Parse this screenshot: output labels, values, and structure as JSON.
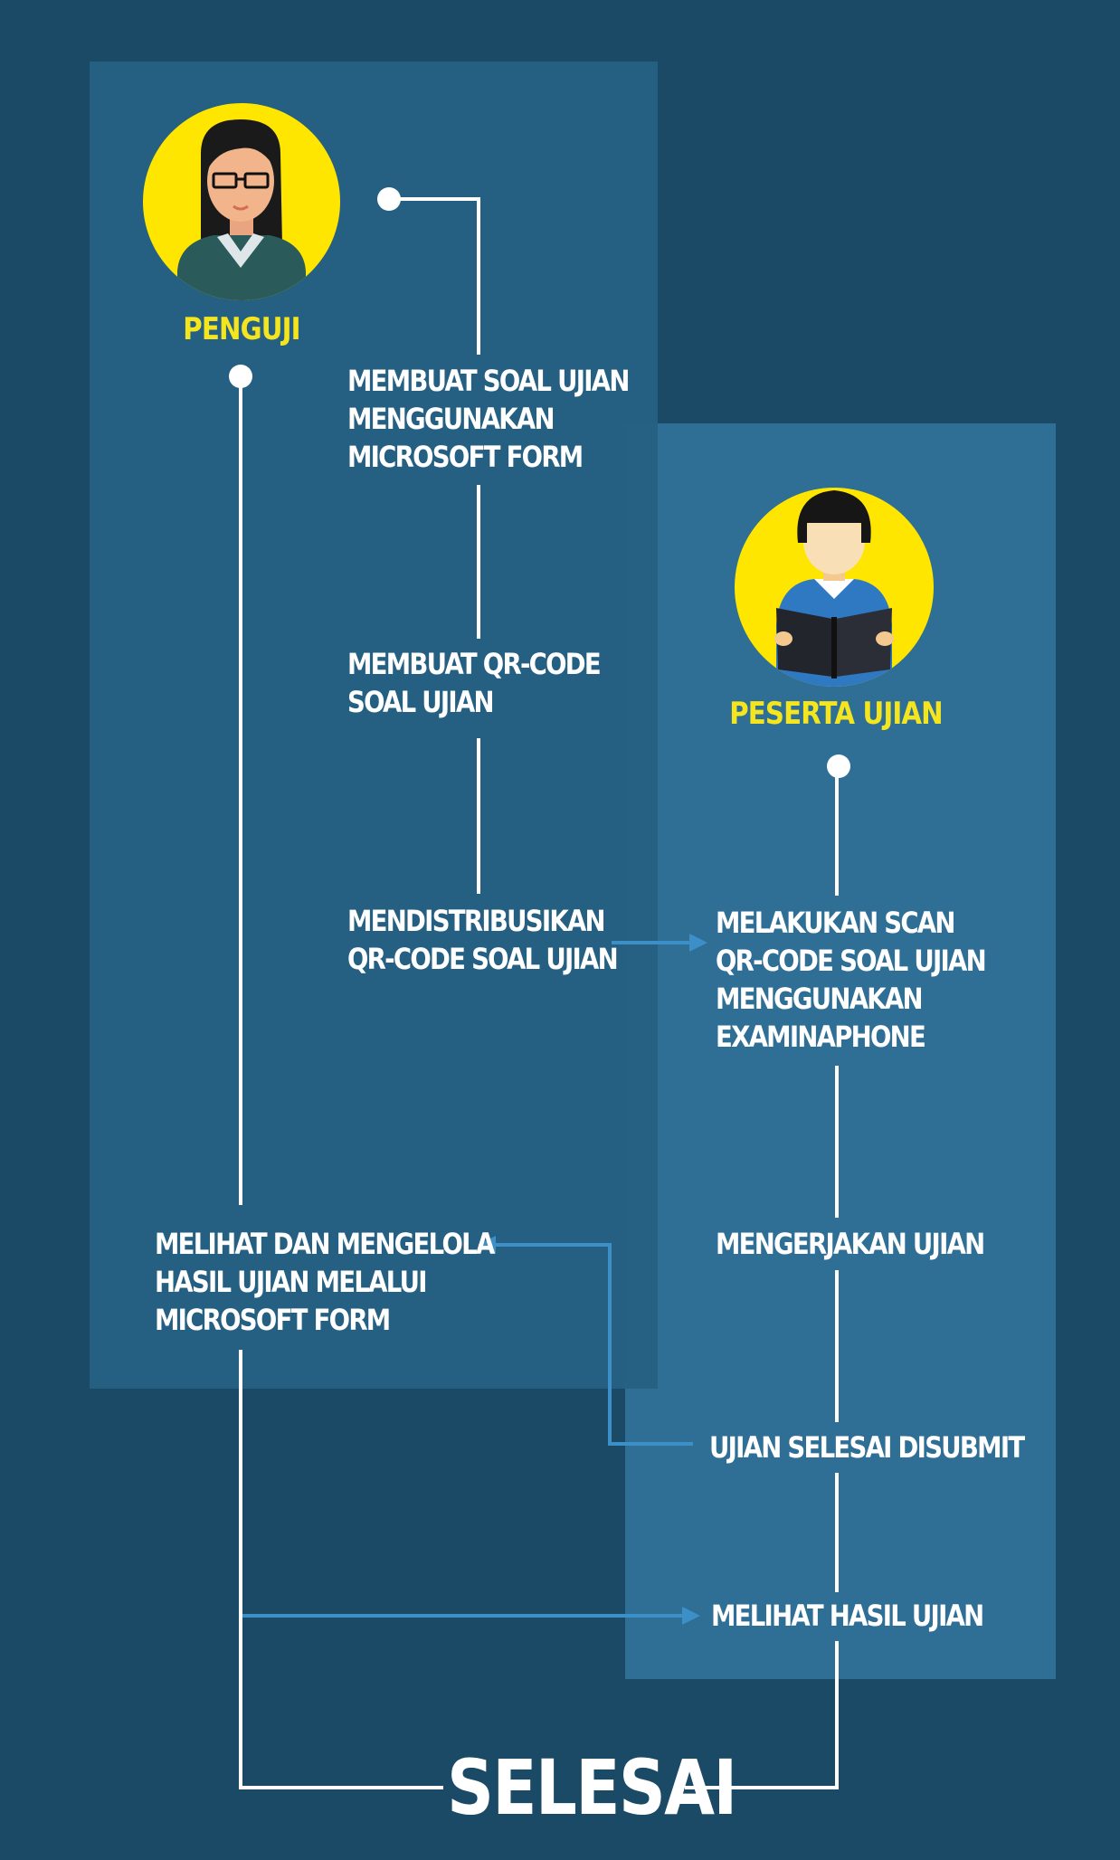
{
  "colors": {
    "background": "#1a4a66",
    "panel_left": "#266183",
    "panel_right": "#2f6e95",
    "accent_yellow": "#f5e51f",
    "line_white": "#ffffff",
    "arrow_blue": "#3d8fc7"
  },
  "roles": {
    "examiner": {
      "label": "PENGUJI",
      "icon": "teacher-avatar-icon"
    },
    "participant": {
      "label": "PESERTA UJIAN",
      "icon": "student-reading-avatar-icon"
    }
  },
  "steps": {
    "create_exam": [
      "MEMBUAT SOAL UJIAN",
      "MENGGUNAKAN",
      "MICROSOFT FORM"
    ],
    "create_qr": [
      "MEMBUAT QR-CODE",
      "SOAL UJIAN"
    ],
    "distribute_qr": [
      "MENDISTRIBUSIKAN",
      "QR-CODE SOAL UJIAN"
    ],
    "view_manage": [
      "MELIHAT DAN MENGELOLA",
      "HASIL UJIAN MELALUI",
      "MICROSOFT FORM"
    ],
    "scan_qr": [
      "MELAKUKAN SCAN",
      "QR-CODE SOAL UJIAN",
      "MENGGUNAKAN",
      "EXAMINAPHONE"
    ],
    "do_exam": [
      "MENGERJAKAN UJIAN"
    ],
    "submit": [
      "UJIAN SELESAI DISUBMIT"
    ],
    "view_result": [
      "MELIHAT HASIL UJIAN"
    ]
  },
  "finish_label": "SELESAI"
}
